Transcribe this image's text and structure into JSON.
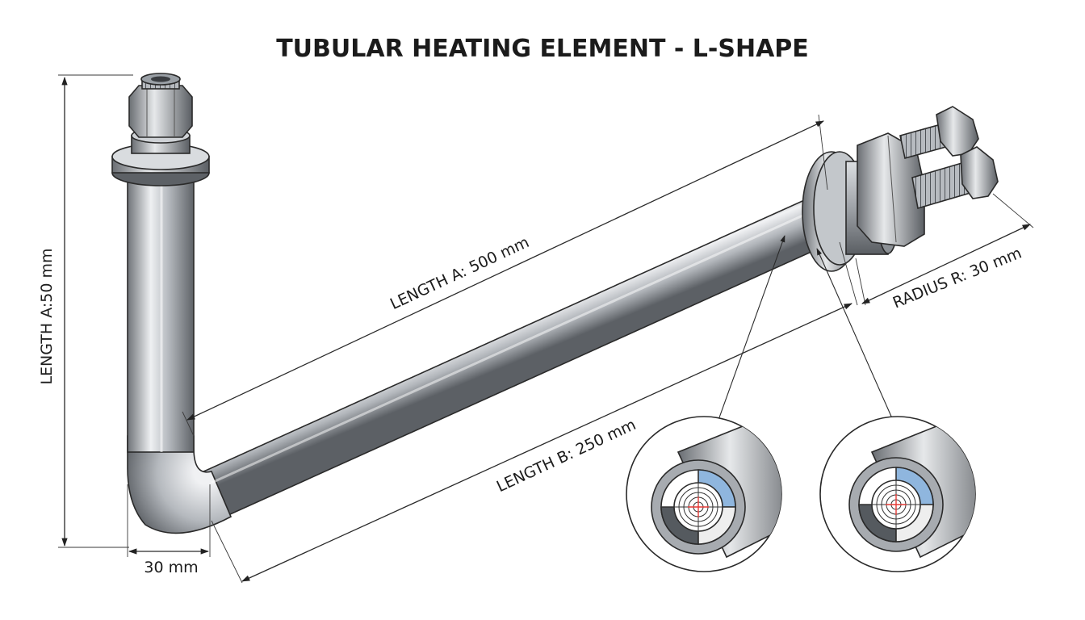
{
  "title": "TUBULAR HEATING ELEMENT - L-SHAPE",
  "dimensions": {
    "vertical_length": "LENGTH A:50 mm",
    "length_a": "LENGTH A: 500 mm",
    "length_b": "LENGTH B: 250 mm",
    "radius": "RADIUS R: 30 mm",
    "tube_width": "30 mm"
  },
  "colors": {
    "steel_dark": "#6f7378",
    "steel_light": "#eef0f2",
    "insulation_blue": "#8fb6de",
    "outline": "#2a2a2a"
  }
}
